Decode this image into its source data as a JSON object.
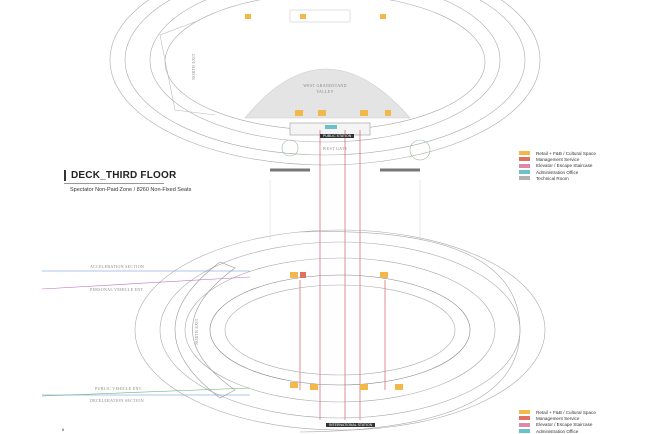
{
  "header": {
    "title": "DECK_THIRD FLOOR",
    "subtitle": "Spectator Non-Paid Zone  /  8260 Non-Fixed Seats"
  },
  "legend": {
    "items": [
      {
        "label": "Retail + F&B / Cultural Space",
        "color": "#f2b84b"
      },
      {
        "label": "Management Service",
        "color": "#e07060"
      },
      {
        "label": "Elevator / Escape Staircase",
        "color": "#e088a8"
      },
      {
        "label": "Administration Office",
        "color": "#6cc0c8"
      },
      {
        "label": "Technical Room",
        "color": "#b0b0b0"
      }
    ]
  },
  "plan_top": {
    "field_label": "WEST GRANDSTAND",
    "field_sublabel": "VALLEY",
    "exit_label": "NORTH EXIT",
    "gate_tag": "PUBLIC STATION",
    "gate_label": "WEST GATE"
  },
  "plan_bottom": {
    "acceleration": "ACCELERATION SECTION",
    "personal_entry": "PERSONAL VEHICLE ENT.",
    "public_entry": "PUBLIC VEHICLE ENT.",
    "deceleration": "DECELERATION SECTION",
    "exit_label": "NORTH EXIT",
    "station_tag": "INTERNATIONAL STATION"
  },
  "page_number": "6"
}
